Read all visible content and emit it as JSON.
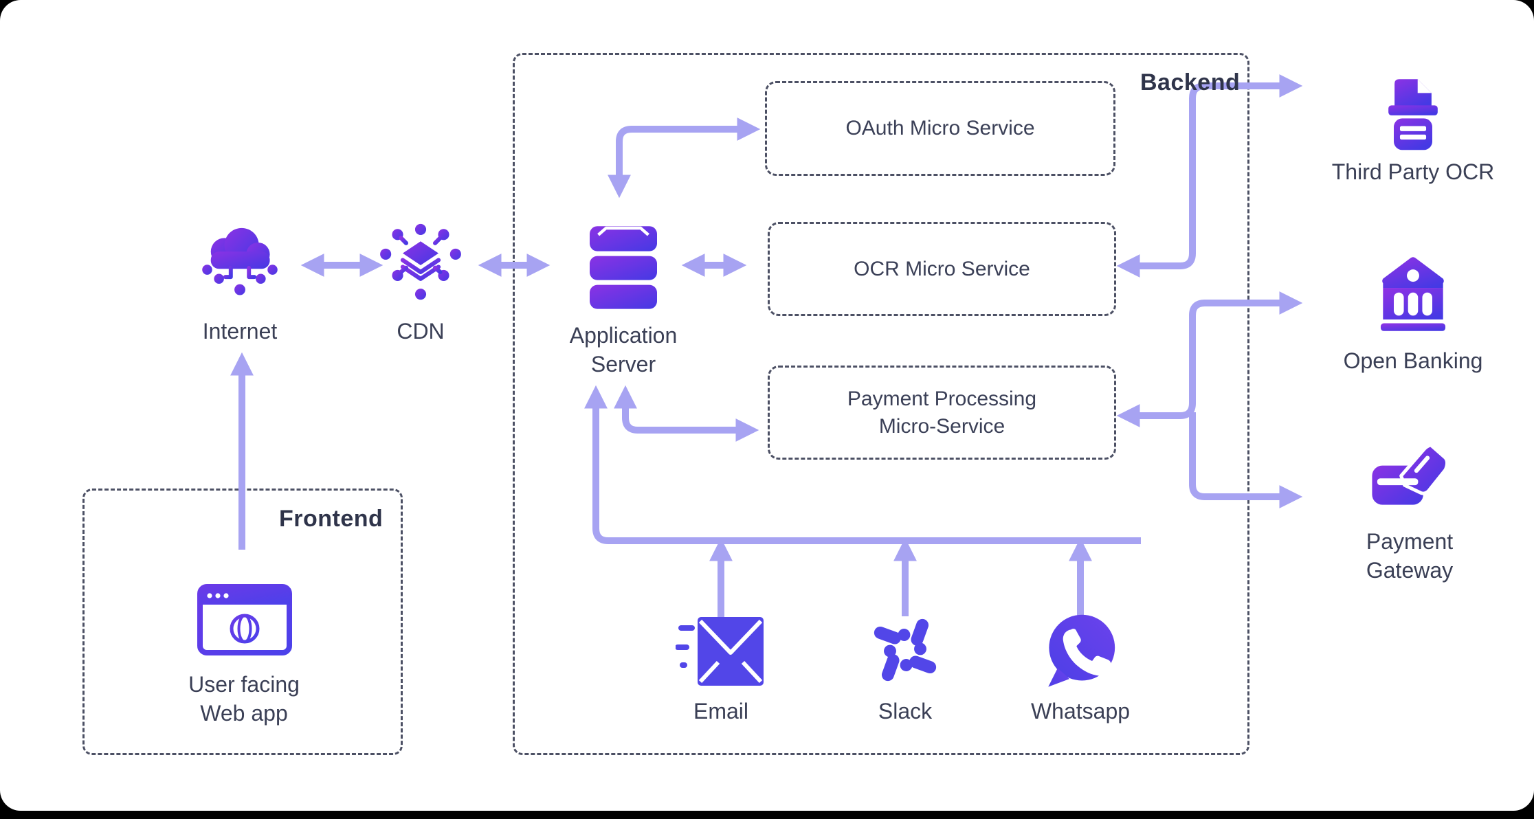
{
  "colors": {
    "canvas_background": "#ffffff",
    "outer_background": "#000000",
    "arrow": "#a7a3f2",
    "dashed_border": "#4c5064",
    "label_text": "#3a3f55",
    "section_text": "#2f344a",
    "icon_gradient_start": "#8b32e4",
    "icon_gradient_end": "#4539e4",
    "icon_solid": "#5246e8"
  },
  "sections": {
    "frontend": {
      "label": "Frontend"
    },
    "backend": {
      "label": "Backend"
    }
  },
  "nodes": {
    "web_app": {
      "label": "User facing\nWeb app",
      "icon": "browser-window-icon"
    },
    "internet": {
      "label": "Internet",
      "icon": "cloud-circuit-icon"
    },
    "cdn": {
      "label": "CDN",
      "icon": "network-hub-icon"
    },
    "app_server": {
      "label": "Application\nServer",
      "icon": "server-stack-icon"
    },
    "email": {
      "label": "Email",
      "icon": "envelope-icon"
    },
    "slack": {
      "label": "Slack",
      "icon": "slack-logo-icon"
    },
    "whatsapp": {
      "label": "Whatsapp",
      "icon": "whatsapp-logo-icon"
    }
  },
  "services": {
    "oauth": {
      "label": "OAuth Micro Service"
    },
    "ocr": {
      "label": "OCR Micro Service"
    },
    "payment": {
      "label": "Payment Processing\nMicro-Service"
    }
  },
  "external": {
    "third_party_ocr": {
      "label": "Third Party OCR",
      "icon": "document-scanner-icon"
    },
    "open_banking": {
      "label": "Open Banking",
      "icon": "bank-building-icon"
    },
    "payment_gateway": {
      "label": "Payment\nGateway",
      "icon": "card-in-hand-icon"
    }
  },
  "connections": [
    {
      "from": "web_app",
      "to": "internet",
      "style": "arrow-up"
    },
    {
      "from": "internet",
      "to": "cdn",
      "style": "double-arrow"
    },
    {
      "from": "cdn",
      "to": "app_server",
      "style": "double-arrow"
    },
    {
      "from": "app_server",
      "to": "oauth",
      "style": "double-elbow"
    },
    {
      "from": "app_server",
      "to": "ocr",
      "style": "double-arrow"
    },
    {
      "from": "app_server",
      "to": "payment",
      "style": "double-elbow"
    },
    {
      "from": "email",
      "to": "app_server",
      "style": "bus"
    },
    {
      "from": "slack",
      "to": "app_server",
      "style": "bus"
    },
    {
      "from": "whatsapp",
      "to": "app_server",
      "style": "bus"
    },
    {
      "from": "ocr",
      "to": "third_party_ocr",
      "style": "double-elbow"
    },
    {
      "from": "payment",
      "to": "open_banking",
      "style": "double-elbow"
    },
    {
      "from": "payment",
      "to": "payment_gateway",
      "style": "double-elbow"
    }
  ]
}
